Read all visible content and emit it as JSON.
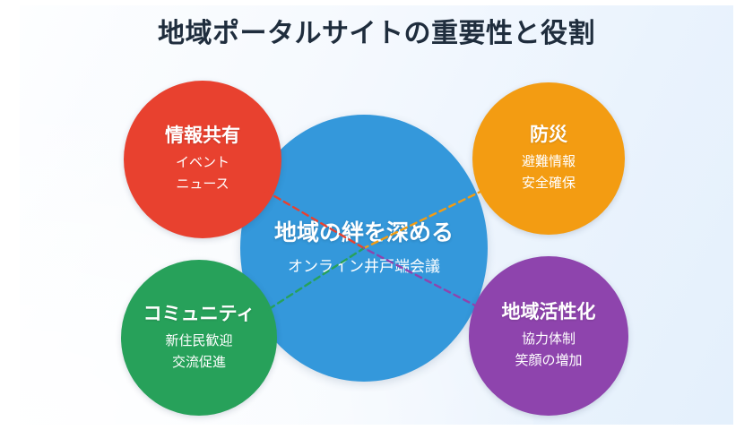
{
  "page": {
    "title": "地域ポータルサイトの重要性と役割",
    "background_start": "#fdfeff",
    "background_end": "#e4f0fc"
  },
  "core": {
    "title": "地域の絆を深める",
    "subtitle": "オンライン井戸端会議",
    "color": "#3498db"
  },
  "nodes": [
    {
      "id": "information-sharing",
      "title": "情報共有",
      "items": [
        "イベント",
        "ニュース"
      ],
      "color": "#e8412f",
      "position": "top-left"
    },
    {
      "id": "disaster-prevention",
      "title": "防災",
      "items": [
        "避難情報",
        "安全確保"
      ],
      "color": "#f39c12",
      "position": "top-right"
    },
    {
      "id": "community",
      "title": "コミュニティ",
      "items": [
        "新住民歓迎",
        "交流促進"
      ],
      "color": "#27a15a",
      "position": "bottom-left"
    },
    {
      "id": "regional-revitalization",
      "title": "地域活性化",
      "items": [
        "協力体制",
        "笑顔の増加"
      ],
      "color": "#8e44ad",
      "position": "bottom-right"
    }
  ],
  "connectors": [
    {
      "id": "connector-info-to-core",
      "from": "information-sharing",
      "to": "core",
      "color": "#e8412f",
      "style": "dashed"
    },
    {
      "id": "connector-bosai-to-core",
      "from": "disaster-prevention",
      "to": "core",
      "color": "#f39c12",
      "style": "dashed"
    },
    {
      "id": "connector-comm-to-core",
      "from": "community",
      "to": "core",
      "color": "#27a15a",
      "style": "dashed"
    },
    {
      "id": "connector-kasei-to-core",
      "from": "regional-revitalization",
      "to": "core",
      "color": "#8e44ad",
      "style": "dashed"
    }
  ]
}
